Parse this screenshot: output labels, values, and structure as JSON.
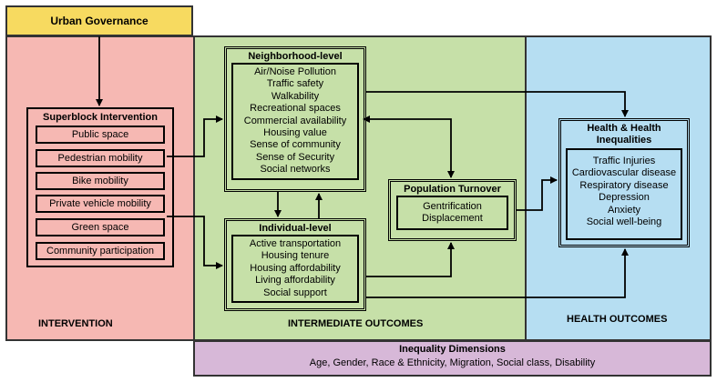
{
  "urban_governance": "Urban Governance",
  "panels": {
    "intervention": "INTERVENTION",
    "intermediate": "INTERMEDIATE OUTCOMES",
    "health": "HEALTH OUTCOMES"
  },
  "superblock": {
    "title": "Superblock Intervention",
    "items": [
      "Public space",
      "Pedestrian mobility",
      "Bike mobility",
      "Private vehicle mobility",
      "Green space",
      "Community participation"
    ]
  },
  "neighborhood": {
    "title": "Neighborhood-level",
    "items": [
      "Air/Noise Pollution",
      "Traffic safety",
      "Walkability",
      "Recreational spaces",
      "Commercial availability",
      "Housing value",
      "Sense of community",
      "Sense of Security",
      "Social networks"
    ]
  },
  "individual": {
    "title": "Individual-level",
    "items": [
      "Active transportation",
      "Housing tenure",
      "Housing affordability",
      "Living affordability",
      "Social support"
    ]
  },
  "turnover": {
    "title": "Population Turnover",
    "items": [
      "Gentrification",
      "Displacement"
    ]
  },
  "health": {
    "title_line1": "Health & Health",
    "title_line2": "Inequalities",
    "items": [
      "Traffic Injuries",
      "Cardiovascular disease",
      "Respiratory disease",
      "Depression",
      "Anxiety",
      "Social well-being"
    ]
  },
  "inequality": {
    "title": "Inequality Dimensions",
    "text": "Age, Gender, Race & Ethnicity, Migration, Social class, Disability"
  },
  "colors": {
    "urban": "#f7da60",
    "intervention": "#f6b8b3",
    "intermediate": "#c6e0a8",
    "health": "#b6def2",
    "inequality": "#d7b8d8"
  }
}
